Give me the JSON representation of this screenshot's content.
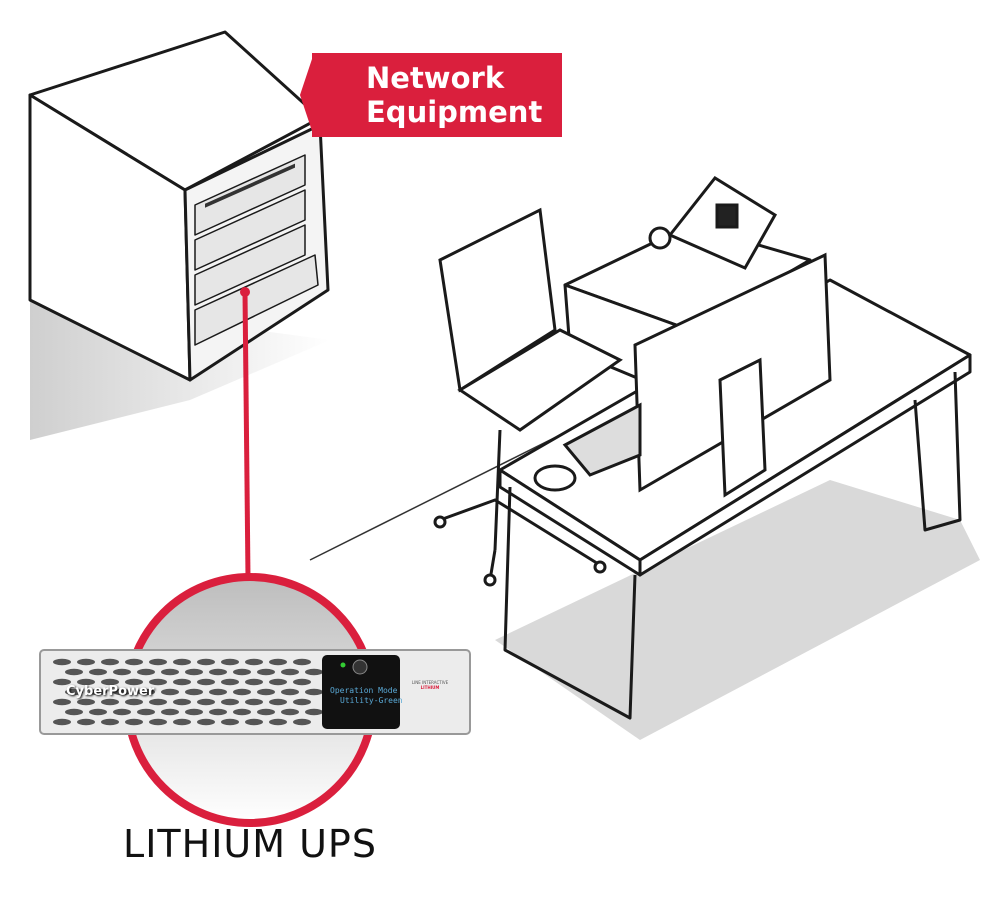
{
  "callout": {
    "line1": "Network",
    "line2": "Equipment"
  },
  "ups": {
    "title": "LITHIUM UPS",
    "brand": "CyberPower",
    "lcd_line1": "Operation Mode",
    "lcd_line2": "Utility-Green",
    "badge_top": "LINE INTERACTIVE",
    "badge_bottom": "LITHIUM"
  },
  "colors": {
    "accent": "#da1f3d",
    "outline": "#1a1a1a",
    "shadow": "#d9d9d9"
  }
}
